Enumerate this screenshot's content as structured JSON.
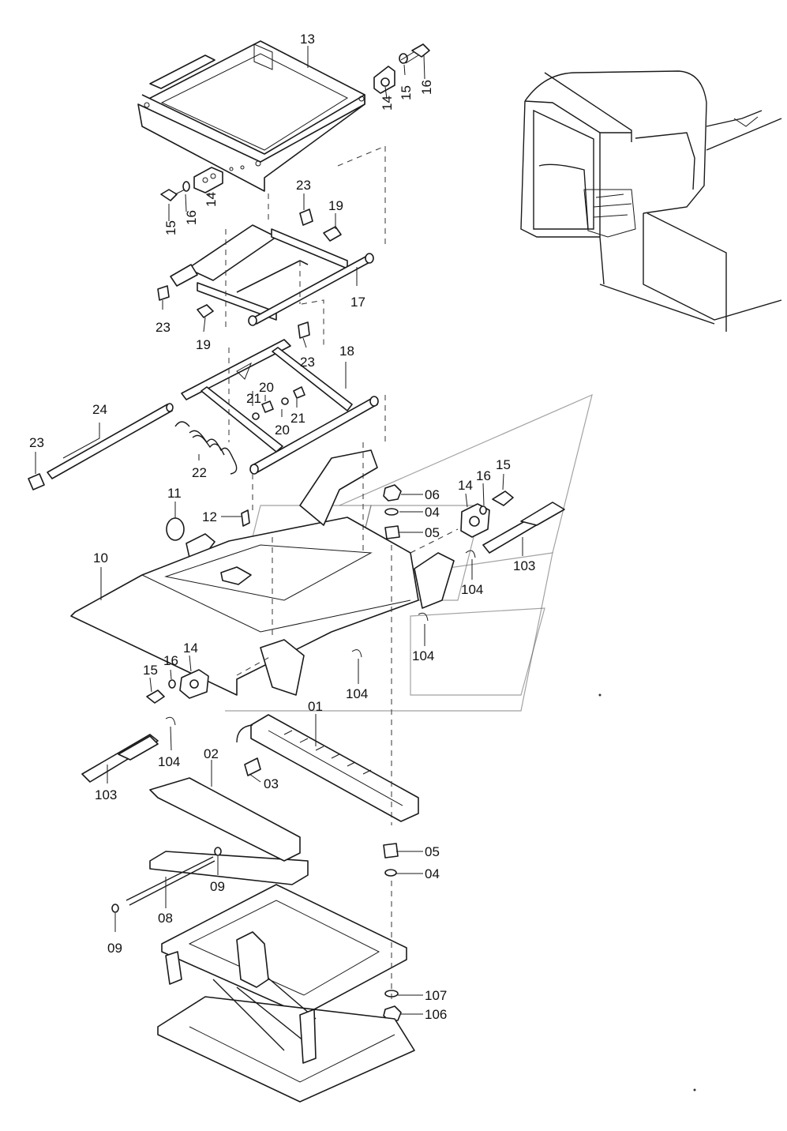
{
  "diagram": {
    "callouts": [
      "13",
      "14",
      "15",
      "16",
      "14",
      "15",
      "16",
      "23",
      "19",
      "17",
      "23",
      "19",
      "23",
      "18",
      "24",
      "21",
      "20",
      "20",
      "21",
      "23",
      "22",
      "11",
      "12",
      "10",
      "06",
      "04",
      "05",
      "14",
      "16",
      "15",
      "103",
      "104",
      "104",
      "14",
      "15",
      "16",
      "104",
      "104",
      "103",
      "01",
      "02",
      "03",
      "05",
      "04",
      "09",
      "08",
      "09",
      "107",
      "106"
    ]
  }
}
